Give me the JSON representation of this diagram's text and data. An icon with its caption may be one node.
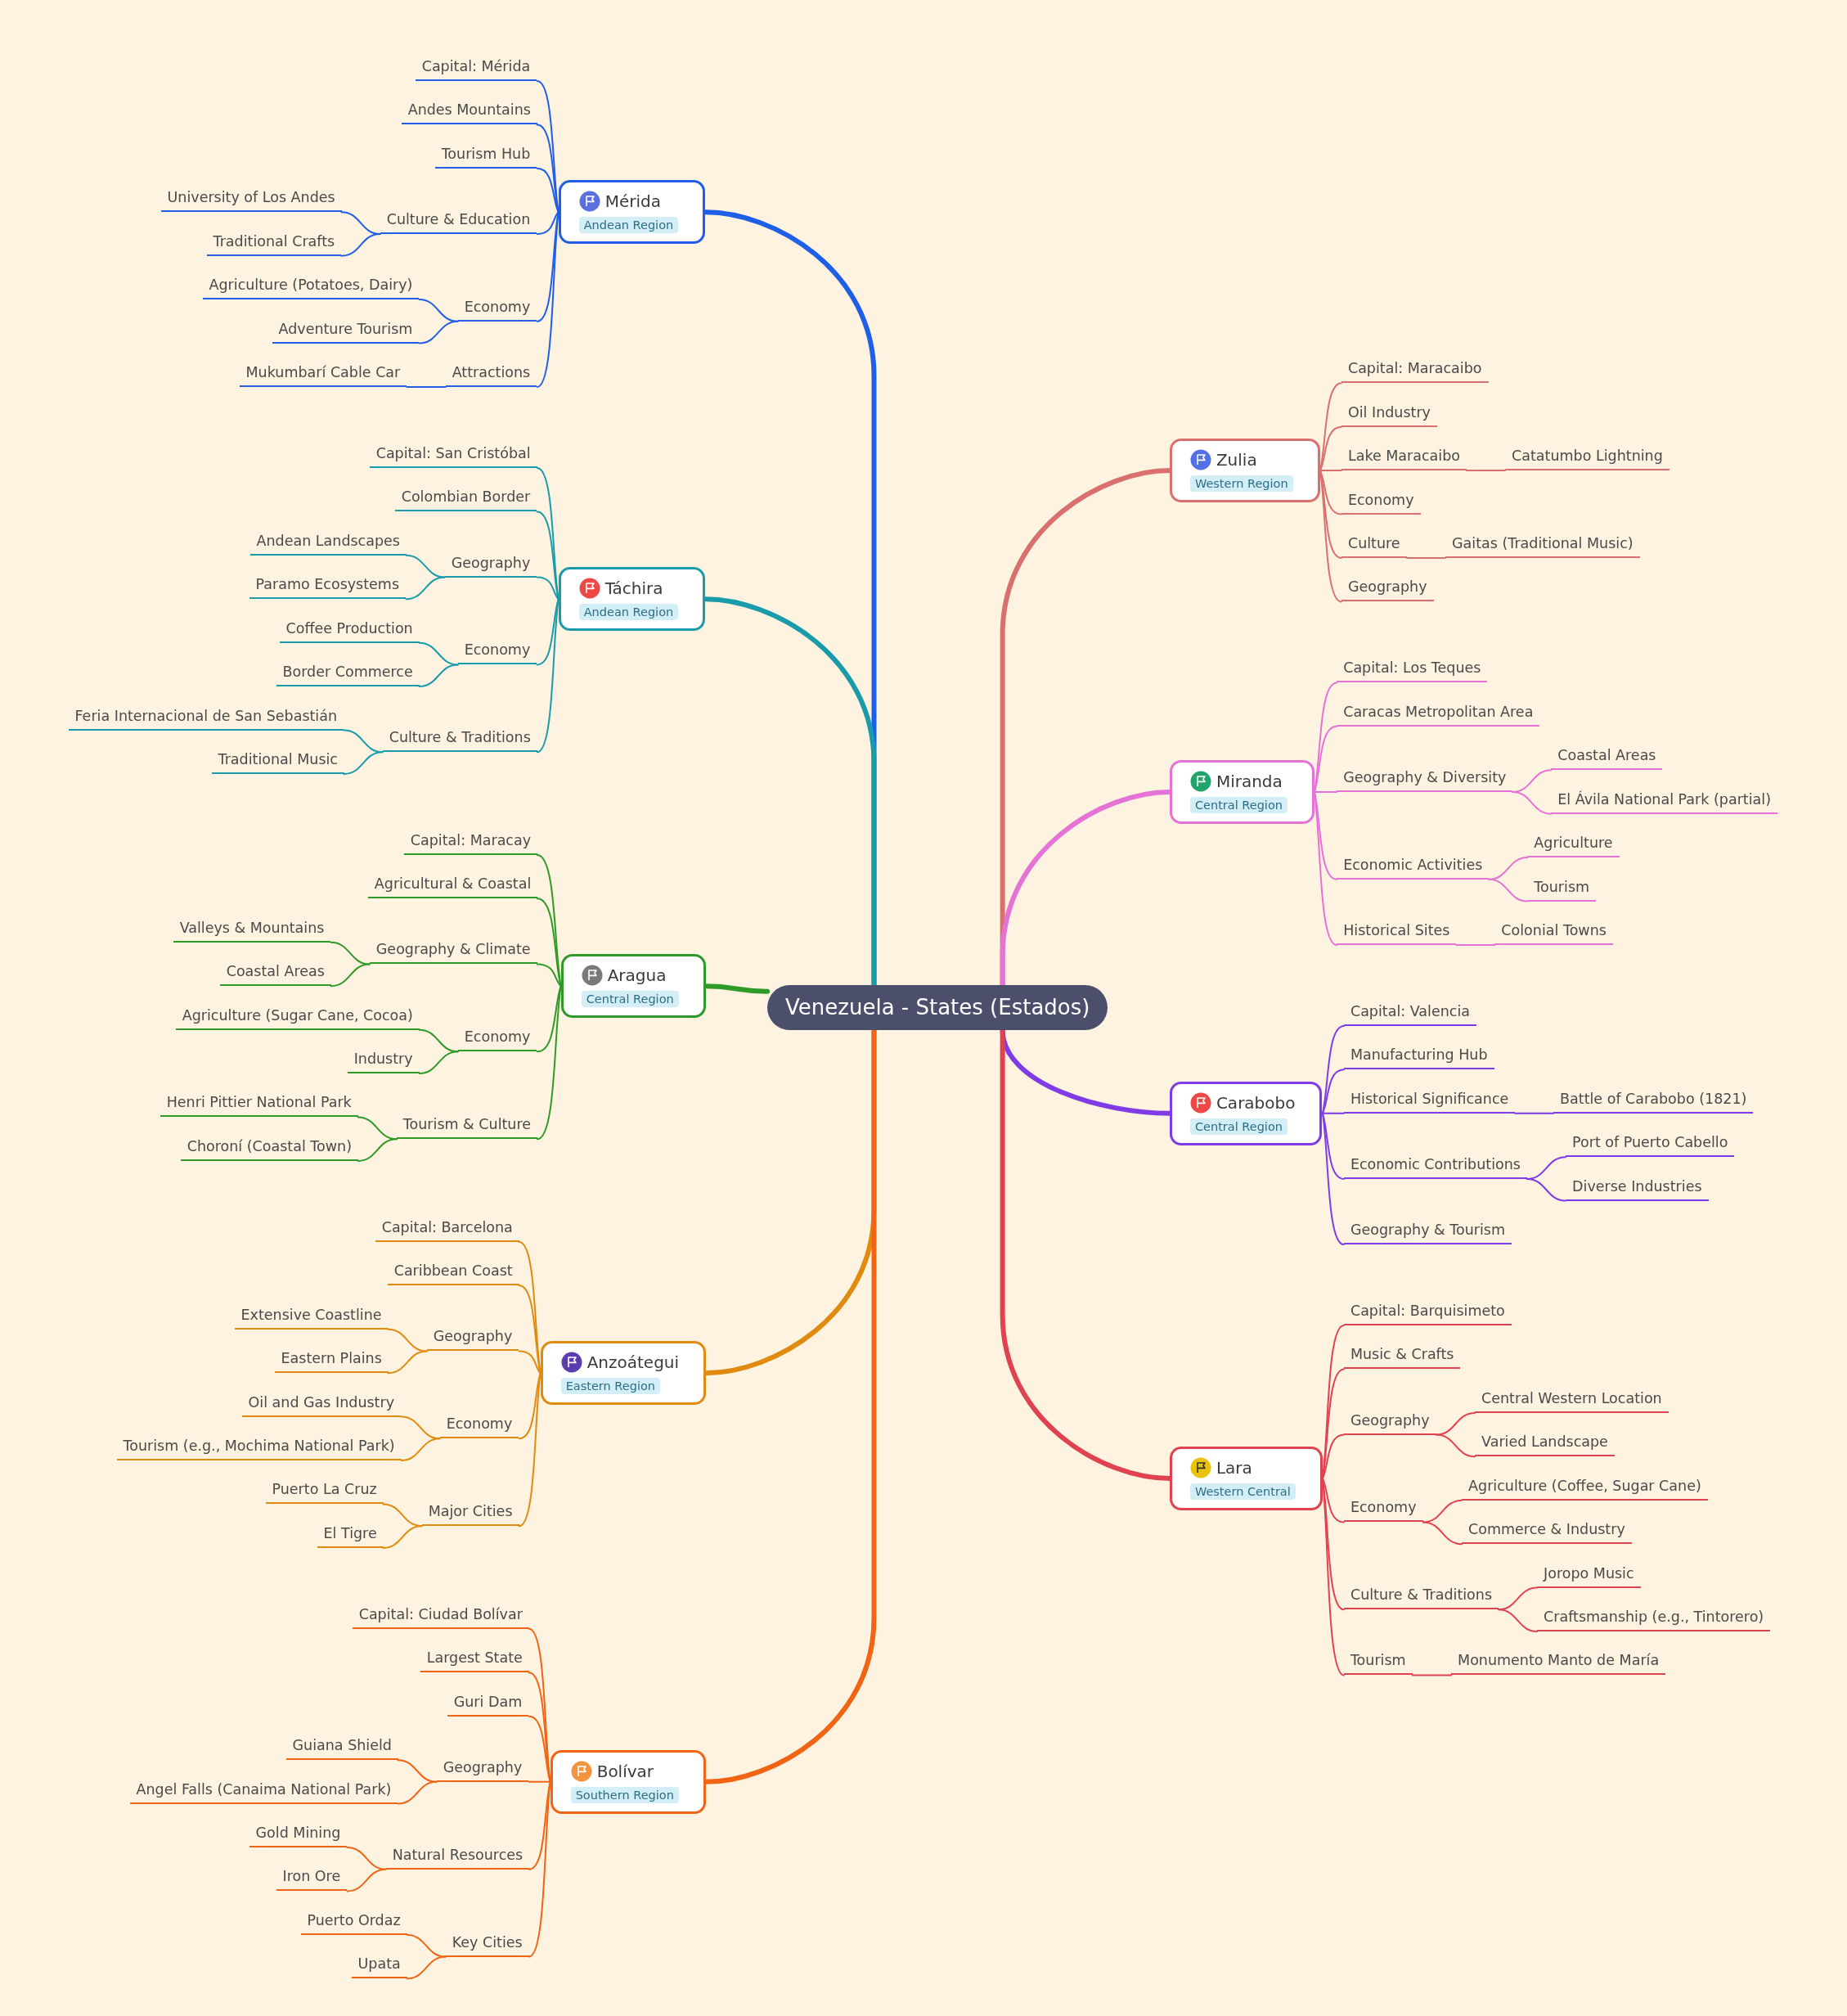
{
  "diagram": {
    "nodes": [
      {
        "text": [
          "Venezuela - States (Estados)"
        ]
      },
      {
        "text": [
          "Mérida",
          "Andean Region"
        ]
      },
      {
        "text": [
          "Capital: Mérida"
        ]
      },
      {
        "text": [
          "Andes Mountains"
        ]
      },
      {
        "text": [
          "Tourism Hub"
        ]
      },
      {
        "text": [
          "Culture & Education"
        ]
      },
      {
        "text": [
          "University of Los Andes"
        ]
      },
      {
        "text": [
          "Traditional Crafts"
        ]
      },
      {
        "text": [
          "Economy"
        ]
      },
      {
        "text": [
          "Agriculture (Potatoes, Dairy)"
        ]
      },
      {
        "text": [
          "Adventure Tourism"
        ]
      },
      {
        "text": [
          "Attractions"
        ]
      },
      {
        "text": [
          "Mukumbarí Cable Car"
        ]
      },
      {
        "text": [
          "Táchira",
          "Andean Region"
        ]
      },
      {
        "text": [
          "Capital: San Cristóbal"
        ]
      },
      {
        "text": [
          "Colombian Border"
        ]
      },
      {
        "text": [
          "Geography"
        ]
      },
      {
        "text": [
          "Andean Landscapes"
        ]
      },
      {
        "text": [
          "Paramo Ecosystems"
        ]
      },
      {
        "text": [
          "Economy"
        ]
      },
      {
        "text": [
          "Coffee Production"
        ]
      },
      {
        "text": [
          "Border Commerce"
        ]
      },
      {
        "text": [
          "Culture & Traditions"
        ]
      },
      {
        "text": [
          "Feria Internacional de San Sebastián"
        ]
      },
      {
        "text": [
          "Traditional Music"
        ]
      },
      {
        "text": [
          "Aragua",
          "Central Region"
        ]
      },
      {
        "text": [
          "Capital: Maracay"
        ]
      },
      {
        "text": [
          "Agricultural & Coastal"
        ]
      },
      {
        "text": [
          "Geography & Climate"
        ]
      },
      {
        "text": [
          "Valleys & Mountains"
        ]
      },
      {
        "text": [
          "Coastal Areas"
        ]
      },
      {
        "text": [
          "Economy"
        ]
      },
      {
        "text": [
          "Agriculture (Sugar Cane, Cocoa)"
        ]
      },
      {
        "text": [
          "Industry"
        ]
      },
      {
        "text": [
          "Tourism & Culture"
        ]
      },
      {
        "text": [
          "Henri Pittier National Park"
        ]
      },
      {
        "text": [
          "Choroní (Coastal Town)"
        ]
      },
      {
        "text": [
          "Anzoátegui",
          "Eastern Region"
        ]
      },
      {
        "text": [
          "Capital: Barcelona"
        ]
      },
      {
        "text": [
          "Caribbean Coast"
        ]
      },
      {
        "text": [
          "Geography"
        ]
      },
      {
        "text": [
          "Extensive Coastline"
        ]
      },
      {
        "text": [
          "Eastern Plains"
        ]
      },
      {
        "text": [
          "Economy"
        ]
      },
      {
        "text": [
          "Oil and Gas Industry"
        ]
      },
      {
        "text": [
          "Tourism (e.g., Mochima National Park)"
        ]
      },
      {
        "text": [
          "Major Cities"
        ]
      },
      {
        "text": [
          "Puerto La Cruz"
        ]
      },
      {
        "text": [
          "El Tigre"
        ]
      },
      {
        "text": [
          "Bolívar",
          "Southern Region"
        ]
      },
      {
        "text": [
          "Capital: Ciudad Bolívar"
        ]
      },
      {
        "text": [
          "Largest State"
        ]
      },
      {
        "text": [
          "Guri Dam"
        ]
      },
      {
        "text": [
          "Geography"
        ]
      },
      {
        "text": [
          "Guiana Shield"
        ]
      },
      {
        "text": [
          "Angel Falls (Canaima National Park)"
        ]
      },
      {
        "text": [
          "Natural Resources"
        ]
      },
      {
        "text": [
          "Gold Mining"
        ]
      },
      {
        "text": [
          "Iron Ore"
        ]
      },
      {
        "text": [
          "Key Cities"
        ]
      },
      {
        "text": [
          "Puerto Ordaz"
        ]
      },
      {
        "text": [
          "Upata"
        ]
      },
      {
        "text": [
          "Zulia",
          "Western Region"
        ]
      },
      {
        "text": [
          "Capital: Maracaibo"
        ]
      },
      {
        "text": [
          "Oil Industry"
        ]
      },
      {
        "text": [
          "Lake Maracaibo"
        ]
      },
      {
        "text": [
          "Catatumbo Lightning"
        ]
      },
      {
        "text": [
          "Economy"
        ]
      },
      {
        "text": [
          "Culture"
        ]
      },
      {
        "text": [
          "Gaitas (Traditional Music)"
        ]
      },
      {
        "text": [
          "Geography"
        ]
      },
      {
        "text": [
          "Miranda",
          "Central Region"
        ]
      },
      {
        "text": [
          "Capital: Los Teques"
        ]
      },
      {
        "text": [
          "Caracas Metropolitan Area"
        ]
      },
      {
        "text": [
          "Geography & Diversity"
        ]
      },
      {
        "text": [
          "Coastal Areas"
        ]
      },
      {
        "text": [
          "El Ávila National Park (partial)"
        ]
      },
      {
        "text": [
          "Economic Activities"
        ]
      },
      {
        "text": [
          "Agriculture"
        ]
      },
      {
        "text": [
          "Tourism"
        ]
      },
      {
        "text": [
          "Historical Sites"
        ]
      },
      {
        "text": [
          "Colonial Towns"
        ]
      },
      {
        "text": [
          "Carabobo",
          "Central Region"
        ]
      },
      {
        "text": [
          "Capital: Valencia"
        ]
      },
      {
        "text": [
          "Manufacturing Hub"
        ]
      },
      {
        "text": [
          "Historical Significance"
        ]
      },
      {
        "text": [
          "Battle of Carabobo (1821)"
        ]
      },
      {
        "text": [
          "Economic Contributions"
        ]
      },
      {
        "text": [
          "Port of Puerto Cabello"
        ]
      },
      {
        "text": [
          "Diverse Industries"
        ]
      },
      {
        "text": [
          "Geography & Tourism"
        ]
      },
      {
        "text": [
          "Lara",
          "Western Central"
        ]
      },
      {
        "text": [
          "Capital: Barquisimeto"
        ]
      },
      {
        "text": [
          "Music & Crafts"
        ]
      },
      {
        "text": [
          "Geography"
        ]
      },
      {
        "text": [
          "Central Western Location"
        ]
      },
      {
        "text": [
          "Varied Landscape"
        ]
      },
      {
        "text": [
          "Economy"
        ]
      },
      {
        "text": [
          "Agriculture (Coffee, Sugar Cane)"
        ]
      },
      {
        "text": [
          "Commerce & Industry"
        ]
      },
      {
        "text": [
          "Culture & Traditions"
        ]
      },
      {
        "text": [
          "Joropo Music"
        ]
      },
      {
        "text": [
          "Craftsmanship (e.g., Tintorero)"
        ]
      },
      {
        "text": [
          "Tourism"
        ]
      },
      {
        "text": [
          "Monumento Manto de María"
        ]
      }
    ],
    "edges": [
      {
        "from": 0,
        "to": 1,
        "arrow": "none",
        "style": "thick",
        "color": "#1f5fe8"
      },
      {
        "from": 1,
        "to": 2,
        "arrow": "none",
        "color": "#1f5fe8"
      },
      {
        "from": 1,
        "to": 3,
        "arrow": "none",
        "color": "#1f5fe8"
      },
      {
        "from": 1,
        "to": 4,
        "arrow": "none",
        "color": "#1f5fe8"
      },
      {
        "from": 1,
        "to": 5,
        "arrow": "none",
        "color": "#1f5fe8"
      },
      {
        "from": 5,
        "to": 6,
        "arrow": "none",
        "color": "#1f5fe8"
      },
      {
        "from": 5,
        "to": 7,
        "arrow": "none",
        "color": "#1f5fe8"
      },
      {
        "from": 1,
        "to": 8,
        "arrow": "none",
        "color": "#1f5fe8"
      },
      {
        "from": 8,
        "to": 9,
        "arrow": "none",
        "color": "#1f5fe8"
      },
      {
        "from": 8,
        "to": 10,
        "arrow": "none",
        "color": "#1f5fe8"
      },
      {
        "from": 1,
        "to": 11,
        "arrow": "none",
        "color": "#1f5fe8"
      },
      {
        "from": 11,
        "to": 12,
        "arrow": "none",
        "color": "#1f5fe8"
      },
      {
        "from": 0,
        "to": 13,
        "arrow": "none",
        "style": "thick",
        "color": "#1a9bab"
      },
      {
        "from": 13,
        "to": 14,
        "arrow": "none",
        "color": "#1a9bab"
      },
      {
        "from": 13,
        "to": 15,
        "arrow": "none",
        "color": "#1a9bab"
      },
      {
        "from": 13,
        "to": 16,
        "arrow": "none",
        "color": "#1a9bab"
      },
      {
        "from": 16,
        "to": 17,
        "arrow": "none",
        "color": "#1a9bab"
      },
      {
        "from": 16,
        "to": 18,
        "arrow": "none",
        "color": "#1a9bab"
      },
      {
        "from": 13,
        "to": 19,
        "arrow": "none",
        "color": "#1a9bab"
      },
      {
        "from": 19,
        "to": 20,
        "arrow": "none",
        "color": "#1a9bab"
      },
      {
        "from": 19,
        "to": 21,
        "arrow": "none",
        "color": "#1a9bab"
      },
      {
        "from": 13,
        "to": 22,
        "arrow": "none",
        "color": "#1a9bab"
      },
      {
        "from": 22,
        "to": 23,
        "arrow": "none",
        "color": "#1a9bab"
      },
      {
        "from": 22,
        "to": 24,
        "arrow": "none",
        "color": "#1a9bab"
      },
      {
        "from": 0,
        "to": 25,
        "arrow": "none",
        "style": "thick",
        "color": "#2f9a27"
      },
      {
        "from": 25,
        "to": 26,
        "arrow": "none",
        "color": "#2f9a27"
      },
      {
        "from": 25,
        "to": 27,
        "arrow": "none",
        "color": "#2f9a27"
      },
      {
        "from": 25,
        "to": 28,
        "arrow": "none",
        "color": "#2f9a27"
      },
      {
        "from": 28,
        "to": 29,
        "arrow": "none",
        "color": "#2f9a27"
      },
      {
        "from": 28,
        "to": 30,
        "arrow": "none",
        "color": "#2f9a27"
      },
      {
        "from": 25,
        "to": 31,
        "arrow": "none",
        "color": "#2f9a27"
      },
      {
        "from": 31,
        "to": 32,
        "arrow": "none",
        "color": "#2f9a27"
      },
      {
        "from": 31,
        "to": 33,
        "arrow": "none",
        "color": "#2f9a27"
      },
      {
        "from": 25,
        "to": 34,
        "arrow": "none",
        "color": "#2f9a27"
      },
      {
        "from": 34,
        "to": 35,
        "arrow": "none",
        "color": "#2f9a27"
      },
      {
        "from": 34,
        "to": 36,
        "arrow": "none",
        "color": "#2f9a27"
      },
      {
        "from": 0,
        "to": 37,
        "arrow": "none",
        "style": "thick",
        "color": "#e08b0f"
      },
      {
        "from": 37,
        "to": 38,
        "arrow": "none",
        "color": "#e08b0f"
      },
      {
        "from": 37,
        "to": 39,
        "arrow": "none",
        "color": "#e08b0f"
      },
      {
        "from": 37,
        "to": 40,
        "arrow": "none",
        "color": "#e08b0f"
      },
      {
        "from": 40,
        "to": 41,
        "arrow": "none",
        "color": "#e08b0f"
      },
      {
        "from": 40,
        "to": 42,
        "arrow": "none",
        "color": "#e08b0f"
      },
      {
        "from": 37,
        "to": 43,
        "arrow": "none",
        "color": "#e08b0f"
      },
      {
        "from": 43,
        "to": 44,
        "arrow": "none",
        "color": "#e08b0f"
      },
      {
        "from": 43,
        "to": 45,
        "arrow": "none",
        "color": "#e08b0f"
      },
      {
        "from": 37,
        "to": 46,
        "arrow": "none",
        "color": "#e08b0f"
      },
      {
        "from": 46,
        "to": 47,
        "arrow": "none",
        "color": "#e08b0f"
      },
      {
        "from": 46,
        "to": 48,
        "arrow": "none",
        "color": "#e08b0f"
      },
      {
        "from": 0,
        "to": 49,
        "arrow": "none",
        "style": "thick",
        "color": "#f06414"
      },
      {
        "from": 49,
        "to": 50,
        "arrow": "none",
        "color": "#f06414"
      },
      {
        "from": 49,
        "to": 51,
        "arrow": "none",
        "color": "#f06414"
      },
      {
        "from": 49,
        "to": 52,
        "arrow": "none",
        "color": "#f06414"
      },
      {
        "from": 49,
        "to": 53,
        "arrow": "none",
        "color": "#f06414"
      },
      {
        "from": 53,
        "to": 54,
        "arrow": "none",
        "color": "#f06414"
      },
      {
        "from": 53,
        "to": 55,
        "arrow": "none",
        "color": "#f06414"
      },
      {
        "from": 49,
        "to": 56,
        "arrow": "none",
        "color": "#f06414"
      },
      {
        "from": 56,
        "to": 57,
        "arrow": "none",
        "color": "#f06414"
      },
      {
        "from": 56,
        "to": 58,
        "arrow": "none",
        "color": "#f06414"
      },
      {
        "from": 49,
        "to": 59,
        "arrow": "none",
        "color": "#f06414"
      },
      {
        "from": 59,
        "to": 60,
        "arrow": "none",
        "color": "#f06414"
      },
      {
        "from": 59,
        "to": 61,
        "arrow": "none",
        "color": "#f06414"
      },
      {
        "from": 0,
        "to": 62,
        "arrow": "none",
        "style": "thick",
        "color": "#d9706e"
      },
      {
        "from": 62,
        "to": 63,
        "arrow": "none",
        "color": "#d9706e"
      },
      {
        "from": 62,
        "to": 64,
        "arrow": "none",
        "color": "#d9706e"
      },
      {
        "from": 62,
        "to": 65,
        "arrow": "none",
        "color": "#d9706e"
      },
      {
        "from": 65,
        "to": 66,
        "arrow": "none",
        "color": "#d9706e"
      },
      {
        "from": 62,
        "to": 67,
        "arrow": "none",
        "color": "#d9706e"
      },
      {
        "from": 62,
        "to": 68,
        "arrow": "none",
        "color": "#d9706e"
      },
      {
        "from": 68,
        "to": 69,
        "arrow": "none",
        "color": "#d9706e"
      },
      {
        "from": 62,
        "to": 70,
        "arrow": "none",
        "color": "#d9706e"
      },
      {
        "from": 0,
        "to": 71,
        "arrow": "none",
        "style": "thick",
        "color": "#e573d6"
      },
      {
        "from": 71,
        "to": 72,
        "arrow": "none",
        "color": "#e573d6"
      },
      {
        "from": 71,
        "to": 73,
        "arrow": "none",
        "color": "#e573d6"
      },
      {
        "from": 71,
        "to": 74,
        "arrow": "none",
        "color": "#e573d6"
      },
      {
        "from": 74,
        "to": 75,
        "arrow": "none",
        "color": "#e573d6"
      },
      {
        "from": 74,
        "to": 76,
        "arrow": "none",
        "color": "#e573d6"
      },
      {
        "from": 71,
        "to": 77,
        "arrow": "none",
        "color": "#e573d6"
      },
      {
        "from": 77,
        "to": 78,
        "arrow": "none",
        "color": "#e573d6"
      },
      {
        "from": 77,
        "to": 79,
        "arrow": "none",
        "color": "#e573d6"
      },
      {
        "from": 71,
        "to": 80,
        "arrow": "none",
        "color": "#e573d6"
      },
      {
        "from": 80,
        "to": 81,
        "arrow": "none",
        "color": "#e573d6"
      },
      {
        "from": 0,
        "to": 82,
        "arrow": "none",
        "style": "thick",
        "color": "#7e3be6"
      },
      {
        "from": 82,
        "to": 83,
        "arrow": "none",
        "color": "#7e3be6"
      },
      {
        "from": 82,
        "to": 84,
        "arrow": "none",
        "color": "#7e3be6"
      },
      {
        "from": 82,
        "to": 85,
        "arrow": "none",
        "color": "#7e3be6"
      },
      {
        "from": 85,
        "to": 86,
        "arrow": "none",
        "color": "#7e3be6"
      },
      {
        "from": 82,
        "to": 87,
        "arrow": "none",
        "color": "#7e3be6"
      },
      {
        "from": 87,
        "to": 88,
        "arrow": "none",
        "color": "#7e3be6"
      },
      {
        "from": 87,
        "to": 89,
        "arrow": "none",
        "color": "#7e3be6"
      },
      {
        "from": 82,
        "to": 90,
        "arrow": "none",
        "color": "#7e3be6"
      },
      {
        "from": 0,
        "to": 91,
        "arrow": "none",
        "style": "thick",
        "color": "#e0434f"
      },
      {
        "from": 91,
        "to": 92,
        "arrow": "none",
        "color": "#e0434f"
      },
      {
        "from": 91,
        "to": 93,
        "arrow": "none",
        "color": "#e0434f"
      },
      {
        "from": 91,
        "to": 94,
        "arrow": "none",
        "color": "#e0434f"
      },
      {
        "from": 94,
        "to": 95,
        "arrow": "none",
        "color": "#e0434f"
      },
      {
        "from": 94,
        "to": 96,
        "arrow": "none",
        "color": "#e0434f"
      },
      {
        "from": 91,
        "to": 97,
        "arrow": "none",
        "color": "#e0434f"
      },
      {
        "from": 97,
        "to": 98,
        "arrow": "none",
        "color": "#e0434f"
      },
      {
        "from": 97,
        "to": 99,
        "arrow": "none",
        "color": "#e0434f"
      },
      {
        "from": 91,
        "to": 100,
        "arrow": "none",
        "color": "#e0434f"
      },
      {
        "from": 100,
        "to": 101,
        "arrow": "none",
        "color": "#e0434f"
      },
      {
        "from": 100,
        "to": 102,
        "arrow": "none",
        "color": "#e0434f"
      },
      {
        "from": 91,
        "to": 103,
        "arrow": "none",
        "color": "#e0434f"
      },
      {
        "from": 103,
        "to": 104,
        "arrow": "none",
        "color": "#e0434f"
      }
    ]
  }
}
